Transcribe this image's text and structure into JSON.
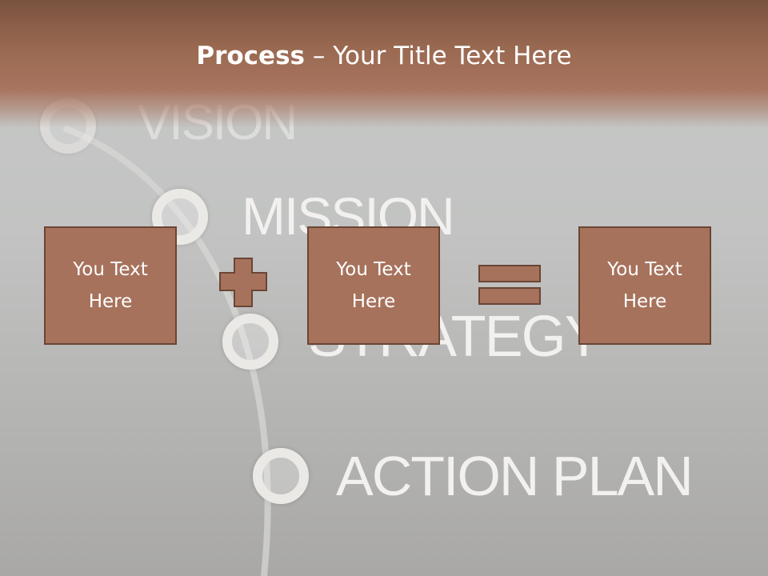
{
  "slide": {
    "title_bold": "Process",
    "title_rest": " – Your Title Text Here"
  },
  "background_words": {
    "vision": "VISION",
    "mission": "MISSION",
    "strategy": "STRATEGY",
    "action_plan": "ACTION PLAN"
  },
  "boxes": [
    {
      "text": "You Text\nHere"
    },
    {
      "text": "You Text\nHere"
    },
    {
      "text": "You Text\nHere"
    }
  ],
  "colors": {
    "box_fill": "#a7725c",
    "box_border": "#6a4535",
    "band": "#9b6a52"
  }
}
